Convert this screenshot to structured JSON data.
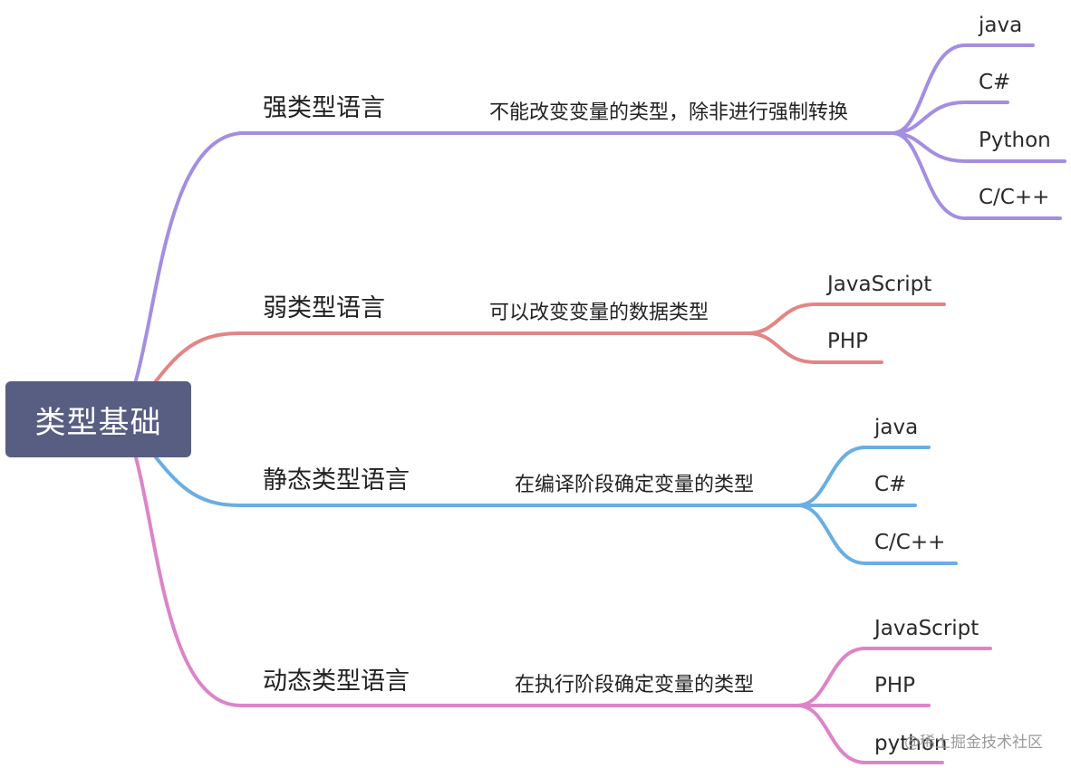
{
  "root": {
    "label": "类型基础"
  },
  "branches": [
    {
      "label": "强类型语言",
      "color": "#a48ee0",
      "desc": "不能改变变量的类型，除非进行强制转换",
      "leaves": [
        "java",
        "C#",
        "Python",
        "C/C++"
      ]
    },
    {
      "label": "弱类型语言",
      "color": "#e38585",
      "desc": "可以改变变量的数据类型",
      "leaves": [
        "JavaScript",
        "PHP"
      ]
    },
    {
      "label": "静态类型语言",
      "color": "#6aaee2",
      "desc": "在编译阶段确定变量的类型",
      "leaves": [
        "java",
        "C#",
        "C/C++"
      ]
    },
    {
      "label": "动态类型语言",
      "color": "#dd84c8",
      "desc": "在执行阶段确定变量的类型",
      "leaves": [
        "JavaScript",
        "PHP",
        "python"
      ]
    }
  ],
  "watermark": "@稀土掘金技术社区"
}
